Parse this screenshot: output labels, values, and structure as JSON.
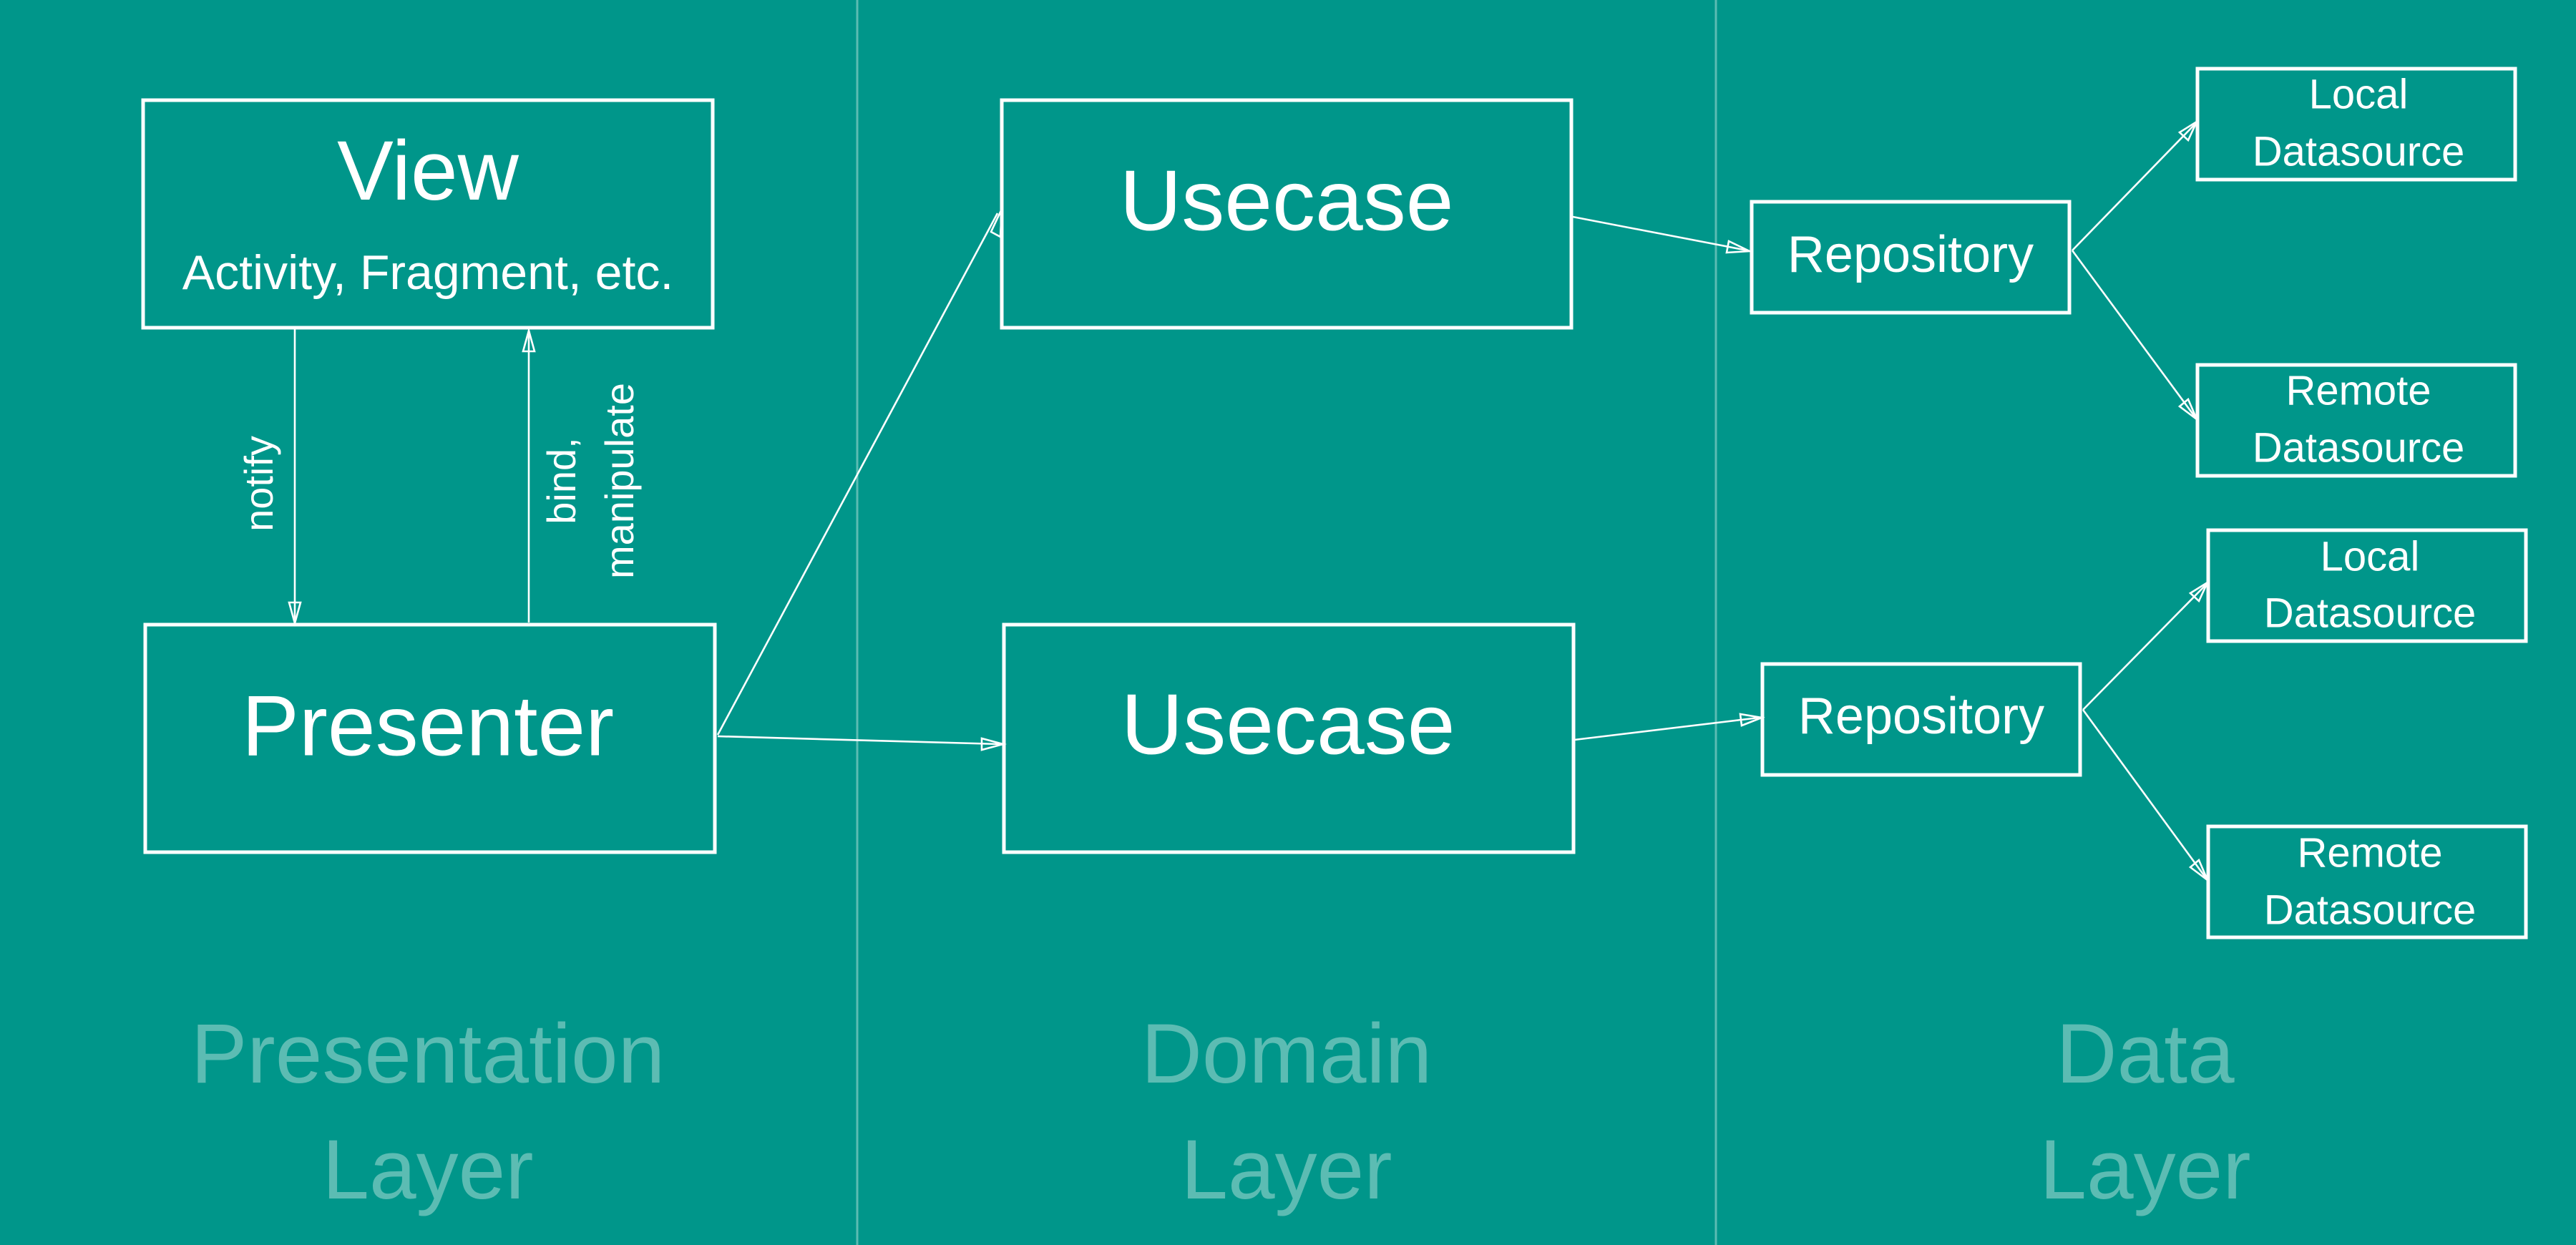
{
  "presentation": {
    "view": {
      "title": "View",
      "subtitle": "Activity, Fragment, etc."
    },
    "presenter": "Presenter",
    "notify_label": "notify",
    "bind_label_1": "bind,",
    "bind_label_2": "manipulate",
    "layer_label_1": "Presentation",
    "layer_label_2": "Layer"
  },
  "domain": {
    "usecases": [
      "Usecase",
      "Usecase"
    ],
    "layer_label_1": "Domain",
    "layer_label_2": "Layer"
  },
  "data": {
    "repositories": [
      {
        "label": "Repository",
        "local": [
          "Local",
          "Datasource"
        ],
        "remote": [
          "Remote",
          "Datasource"
        ]
      },
      {
        "label": "Repository",
        "local": [
          "Local",
          "Datasource"
        ],
        "remote": [
          "Remote",
          "Datasource"
        ]
      }
    ],
    "layer_label_1": "Data",
    "layer_label_2": "Layer"
  },
  "colors": {
    "background": "#00968a",
    "line": "#ffffff",
    "layer_label": "#5cbcb3"
  }
}
